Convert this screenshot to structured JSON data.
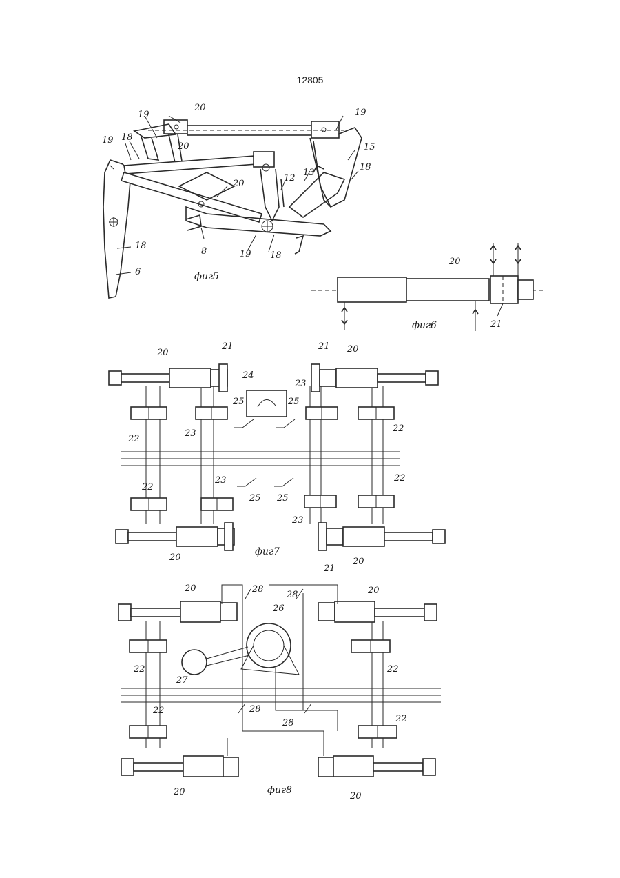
{
  "page_number": "12805",
  "figures": [
    {
      "caption": "фиг5"
    },
    {
      "caption": "фиг6"
    },
    {
      "caption": "фиг7"
    },
    {
      "caption": "фиг8"
    }
  ],
  "labels": {
    "n20": "20",
    "n19": "19",
    "n18": "18",
    "n15": "15",
    "n13": "13",
    "n12": "12",
    "n8": "8",
    "n6": "6",
    "n21": "21",
    "n22": "22",
    "n23": "23",
    "n24": "24",
    "n25": "25",
    "n26": "26",
    "n27": "27",
    "n28": "28"
  }
}
